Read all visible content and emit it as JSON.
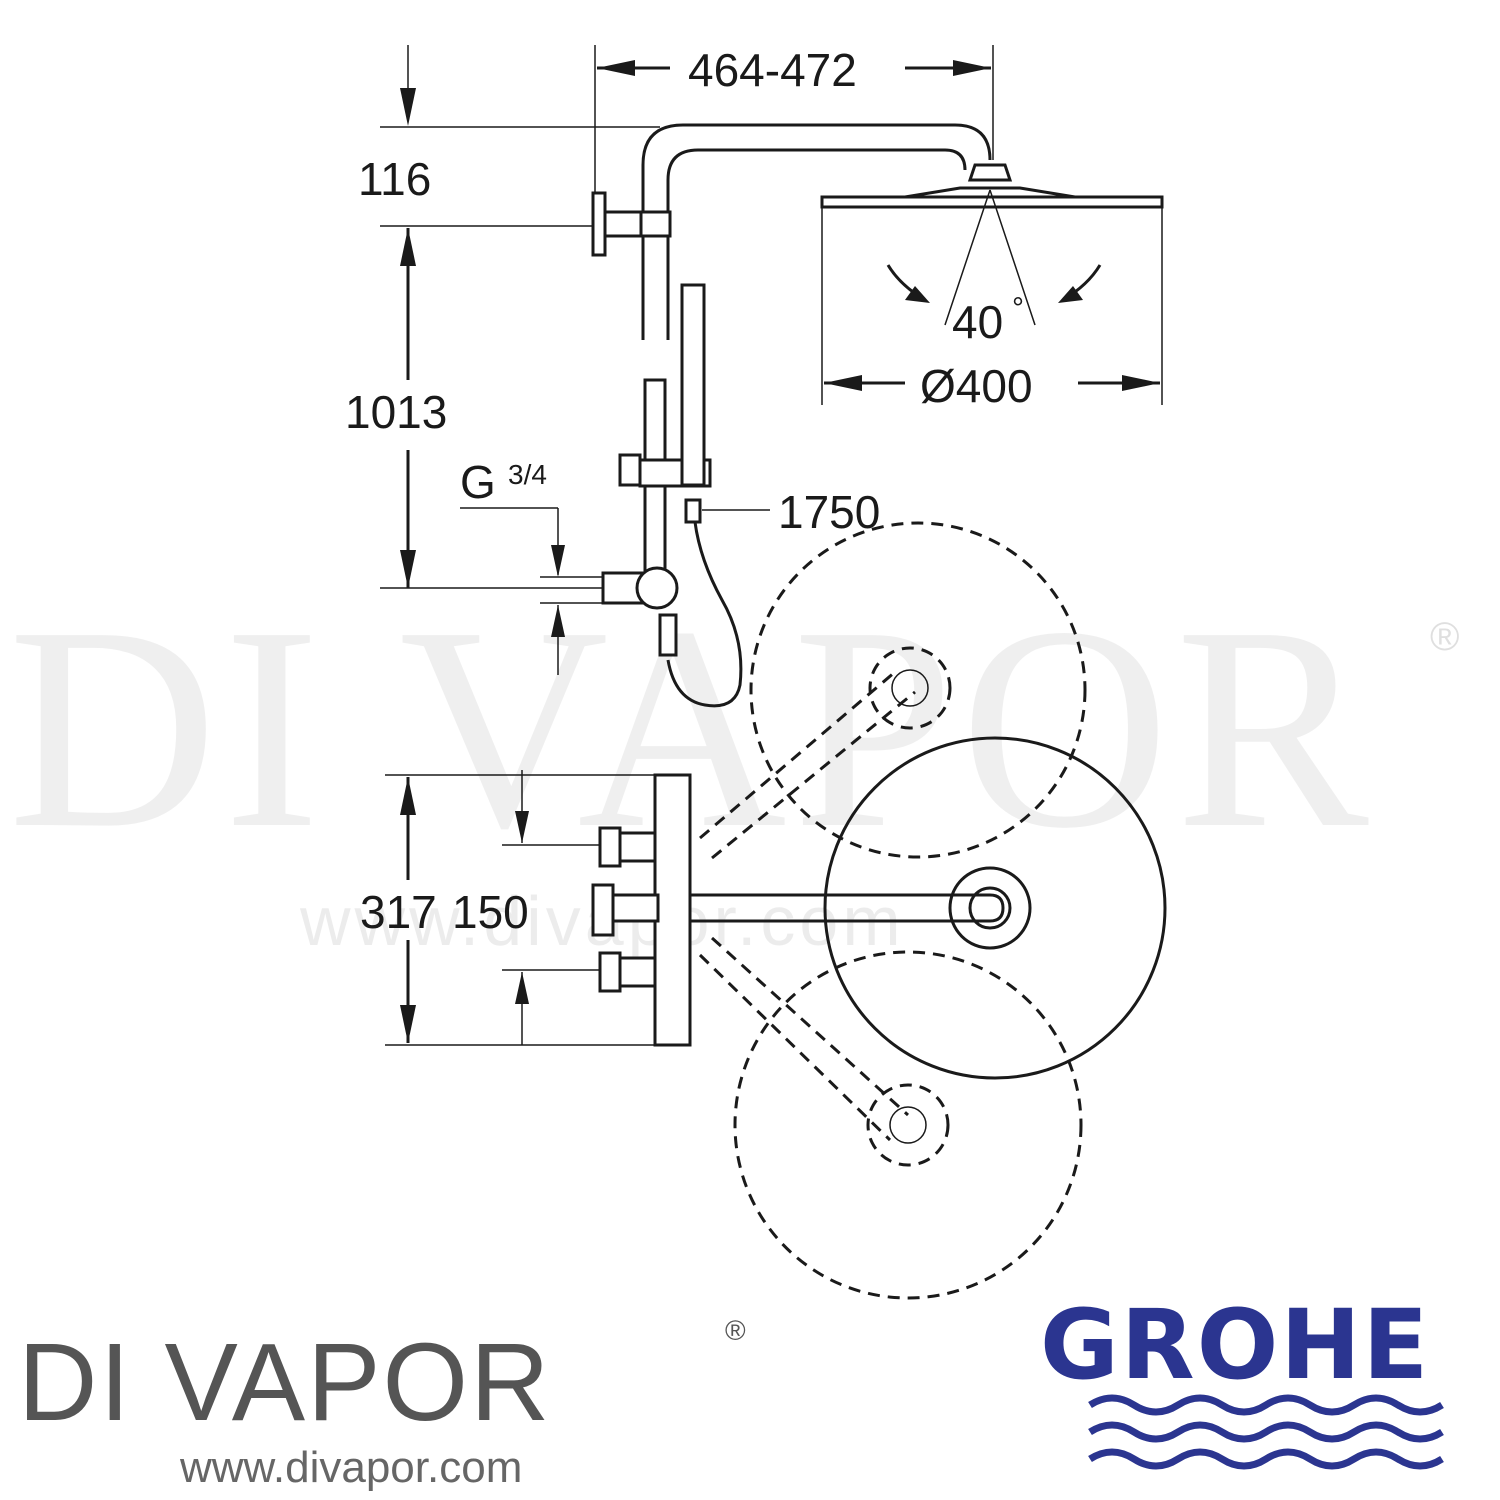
{
  "dimensions": {
    "head_projection": "464-472",
    "top_offset": "116",
    "column_height": "1013",
    "thread": "G",
    "thread_fraction": "3/4",
    "hose_length": "1750",
    "spray_angle": "40",
    "spray_angle_unit": "°",
    "head_diameter": "Ø400",
    "mixer_height": "317",
    "inlet_centers": "150"
  },
  "watermark": {
    "brand": "DI VAPOR",
    "registered": "®",
    "url": "www.divapor.com"
  },
  "footer": {
    "divapor_logo": "DI VAPOR",
    "divapor_registered": "®",
    "divapor_url": "www.divapor.com",
    "grohe_logo": "GROHE"
  },
  "colors": {
    "grohe_blue": "#2b3590",
    "line": "#1a1a1a",
    "divapor_gray": "#555555"
  }
}
